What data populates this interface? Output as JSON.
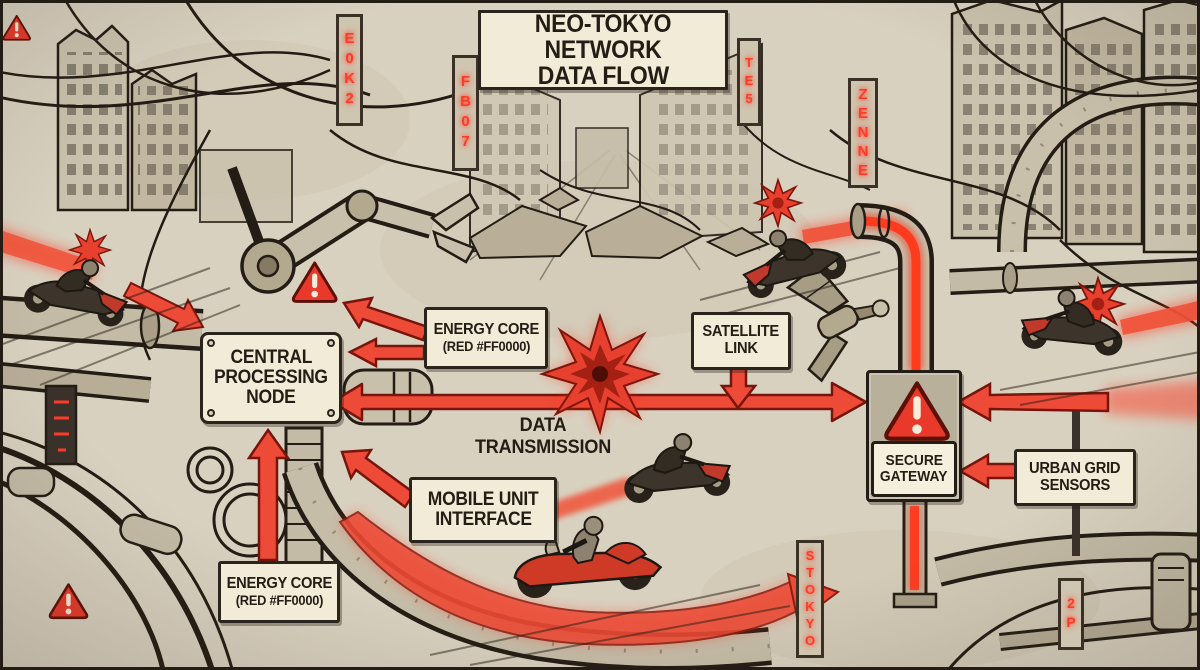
{
  "title": {
    "line1": "NEO-TOKYO NETWORK",
    "line2": "DATA FLOW"
  },
  "colors": {
    "accent_red": "#FF0000",
    "arrow_red": "#EE4A38",
    "paper": "#D9D1C0",
    "ink": "#241D15",
    "plate": "#F2EBD8"
  },
  "nodes": {
    "central_processing_node": {
      "line1": "CENTRAL",
      "line2": "PROCESSING",
      "line3": "NODE"
    },
    "energy_core_top": {
      "line1": "ENERGY CORE",
      "line2": "(RED #FF0000)"
    },
    "energy_core_bottom": {
      "line1": "ENERGY CORE",
      "line2": "(RED #FF0000)"
    },
    "satellite_link": {
      "line1": "SATELLITE",
      "line2": "LINK"
    },
    "mobile_unit_interface": {
      "line1": "MOBILE UNIT",
      "line2": "INTERFACE"
    },
    "secure_gateway": {
      "line1": "SECURE",
      "line2": "GATEWAY"
    },
    "urban_grid_sensors": {
      "line1": "URBAN GRID",
      "line2": "SENSORS"
    }
  },
  "labels": {
    "data_transmission": "DATA TRANSMISSION"
  },
  "edges": [
    {
      "from": "energy_core_top",
      "to": "central_processing_node"
    },
    {
      "from": "energy_core_bottom",
      "to": "central_processing_node"
    },
    {
      "from": "mobile_unit_interface",
      "to": "central_processing_node"
    },
    {
      "from": "satellite_link",
      "to": "data_transmission_beam"
    },
    {
      "from": "central_processing_node",
      "to": "secure_gateway",
      "label": "DATA TRANSMISSION",
      "bidirectional": true
    },
    {
      "from": "urban_grid_sensors",
      "to": "secure_gateway"
    },
    {
      "from": "city_feed_right",
      "to": "secure_gateway"
    }
  ],
  "icons": {
    "warning": "warning-triangle-icon",
    "satellite": "satellite-icon",
    "motorbike": "motorbike-icon",
    "robot_arm": "robot-arm-icon"
  },
  "neon_signs": [
    {
      "text": "E0K2"
    },
    {
      "text": "FB07"
    },
    {
      "text": "TE5"
    },
    {
      "text": "ZENNE"
    },
    {
      "text": "STOKYO"
    },
    {
      "text": "2P"
    }
  ]
}
